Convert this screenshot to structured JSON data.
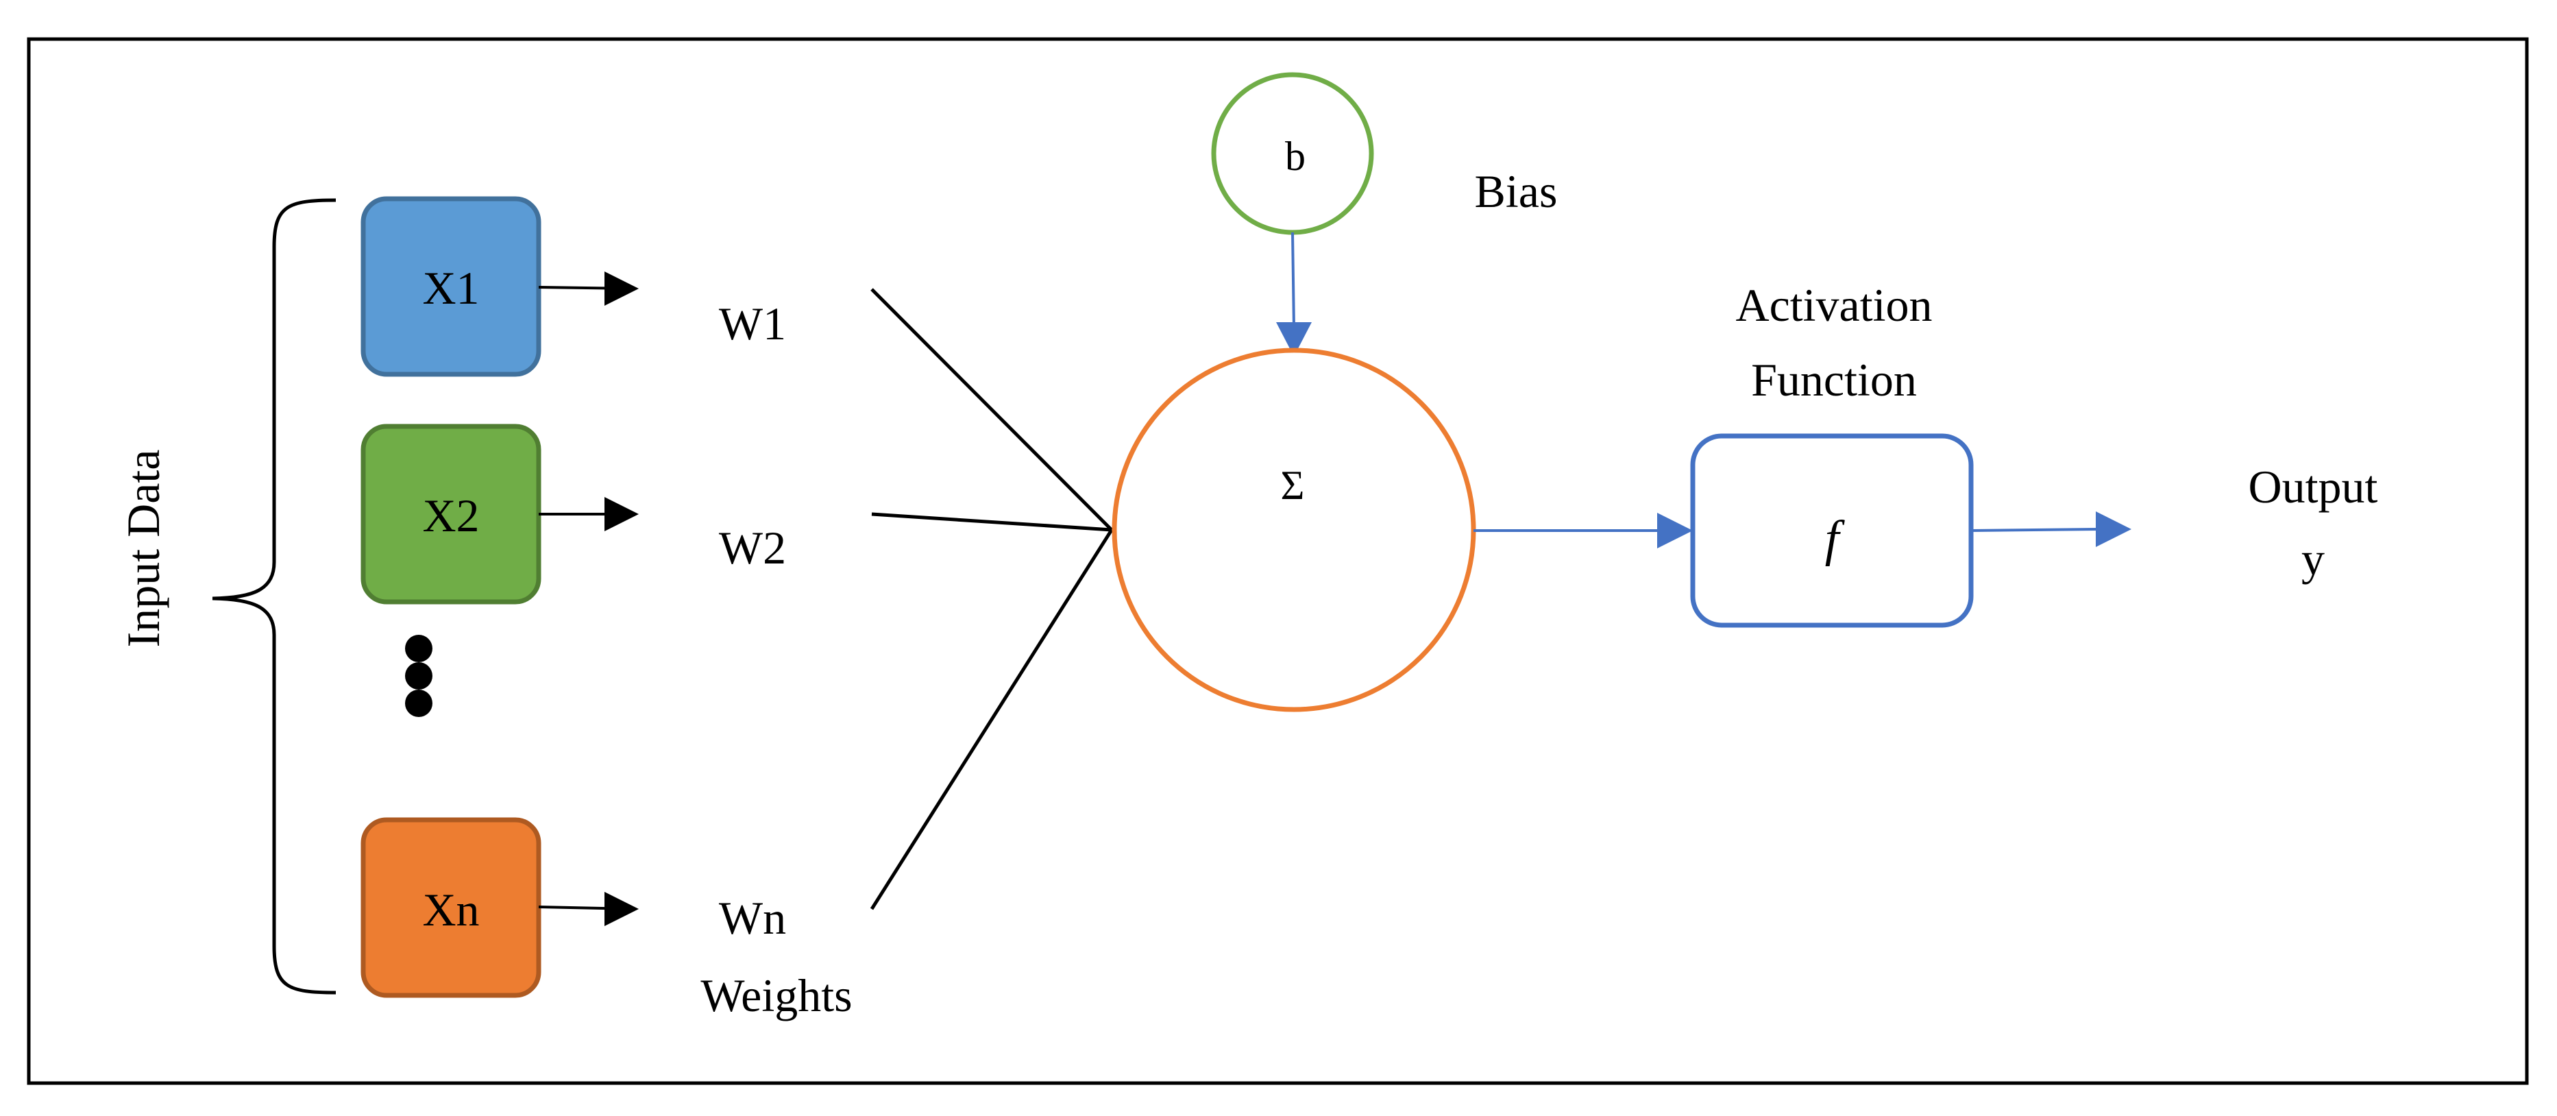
{
  "inputs": {
    "group_label": "Input Data",
    "x1": "X1",
    "x2": "X2",
    "xn": "Xn"
  },
  "weights": {
    "w1": "W1",
    "w2": "W2",
    "wn": "Wn",
    "caption": "Weights"
  },
  "bias": {
    "symbol": "b",
    "label": "Bias"
  },
  "summation": {
    "symbol": "Σ"
  },
  "activation": {
    "label_line1": "Activation",
    "label_line2": "Function",
    "symbol": "f"
  },
  "output": {
    "label_line1": "Output",
    "label_line2": "y"
  },
  "colors": {
    "x1_fill": "#5B9BD5",
    "x1_stroke": "#41719C",
    "x2_fill": "#70AD47",
    "x2_stroke": "#507E32",
    "xn_fill": "#ED7D31",
    "xn_stroke": "#AE5A21",
    "bias_stroke": "#70AD47",
    "sum_stroke": "#ED7D31",
    "activation_stroke": "#4472C4",
    "arrow_blue": "#4472C4"
  }
}
